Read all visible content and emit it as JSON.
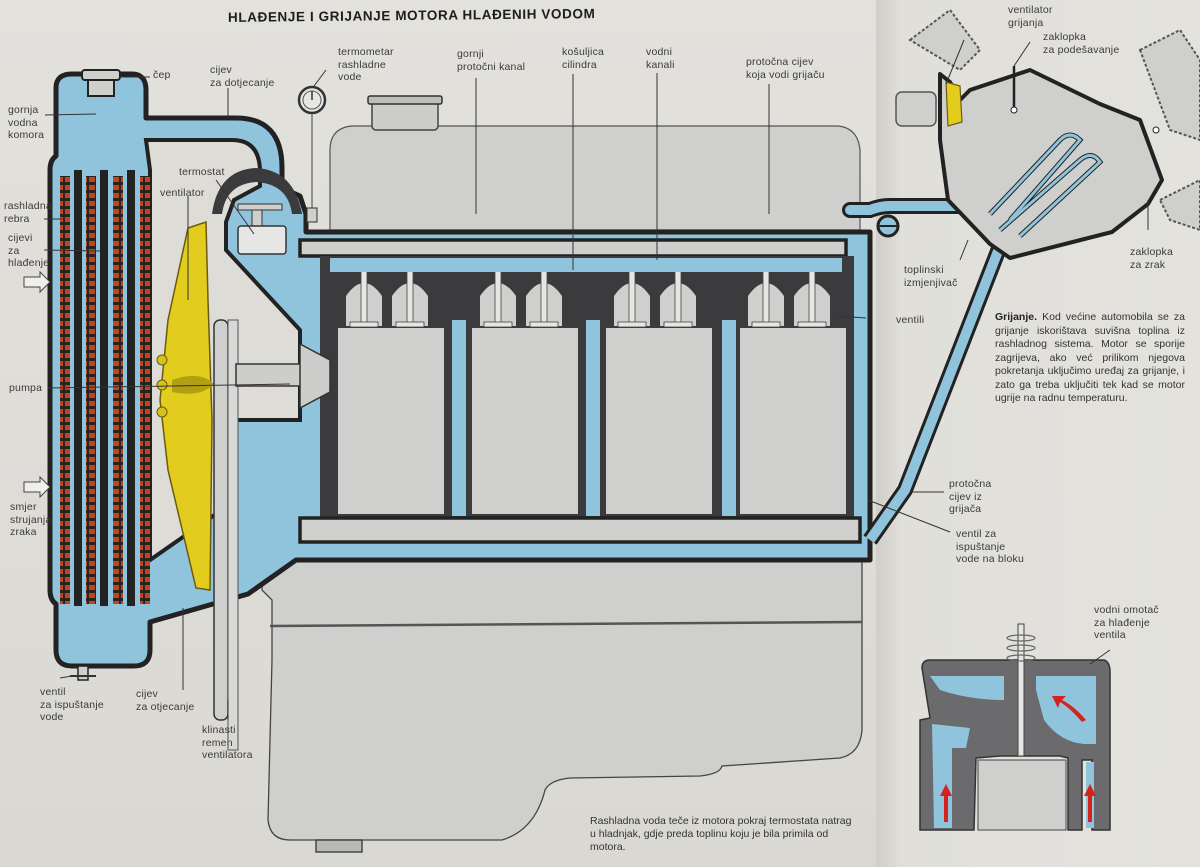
{
  "title": "HLAĐENJE I GRIJANJE MOTORA HLAĐENIH VODOM",
  "colors": {
    "coolant": "#8fc4dc",
    "metal_dark": "#3d3d3f",
    "engine_grey": "#cfcfcd",
    "fan_yellow": "#e2cc1e",
    "fin_red": "#c2441c",
    "flow_arrow_red": "#d4231d",
    "paper": "#e1e0db"
  },
  "labels": {
    "cep": "čep",
    "gornja_vodna_komora": "gornja\nvodna\nkomora",
    "cijev_za_dotjecanje": "cijev\nza dotjecanje",
    "termometar": "termometar\nrashladne\nvode",
    "gornji_protocni_kanal": "gornji\nprotočni kanal",
    "kosuljica_cilindra": "košuljica\ncilindra",
    "vodni_kanali": "vodni\nkanali",
    "protocna_cijev_grijacu": "protočna cijev\nkoja vodi grijaču",
    "termostat": "termostat",
    "ventilator": "ventilator",
    "rashladna_rebra": "rashladna\nrebra",
    "cijevi_za_hladenje": "cijevi\nza\nhlađenje",
    "pumpa": "pumpa",
    "smjer_strujanja_zraka": "smjer\nstrujanja\nzraka",
    "ventil_za_ispustanje_vode": "ventil\nza ispuštanje\nvode",
    "cijev_za_otjecanje": "cijev\nza otjecanje",
    "klinasti_remen": "klinasti\nremen\nventilatora",
    "ventilator_grijanja": "ventilator\ngrijanja",
    "zaklopka_za_podesavanje": "zaklopka\nza podešavanje",
    "zaklopka_za_zrak": "zaklopka\nza zrak",
    "toplinski_izmjenjivac": "toplinski\nizmjenjivač",
    "ventili": "ventili",
    "protocna_cijev_iz_grijaca": "protočna\ncijev iz\ngrijača",
    "ventil_na_bloku": "ventil za\nispuštanje\nvode na bloku",
    "vodni_omotac": "vodni omotač\nza hlađenje\nventila"
  },
  "heating_note": {
    "heading": "Grijanje.",
    "body": "Kod većine automobila se za grijanje iskorištava suvišna toplina iz rashladnog sistema. Motor se sporije zagrijeva, ako već prilikom njegova pokretanja uključimo uređaj za grijanje, i zato ga treba uključiti tek kad se motor ugrije na radnu temperaturu."
  },
  "caption": "Rashladna voda teče iz motora pokraj termostata natrag u hladnjak, gdje preda toplinu koju je bila primila od motora.",
  "cylinders": 4
}
